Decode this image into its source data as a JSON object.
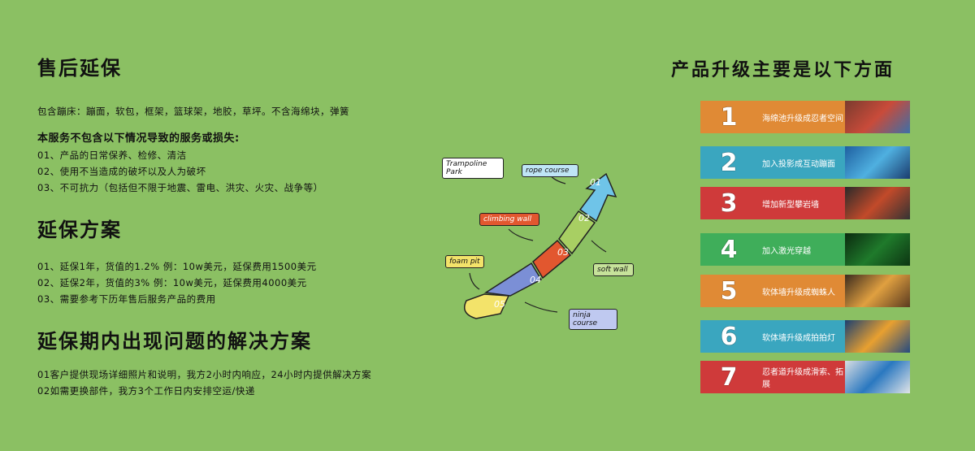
{
  "left": {
    "sec1_title": "售后延保",
    "sec1_line": "包含蹦床：蹦面，软包，框架，篮球架，地胶，草坪。不含海绵块，弹簧",
    "sec1_sub": "本服务不包含以下情况导致的服务或损失:",
    "sec1_items": [
      "01、产品的日常保养、检修、清洁",
      "02、使用不当造成的破坏以及人为破坏",
      "03、不可抗力（包括但不限于地震、雷电、洪灾、火灾、战争等）"
    ],
    "sec2_title": "延保方案",
    "sec2_items": [
      "01、延保1年，货值的1.2% 例：10w美元，延保费用1500美元",
      "02、延保2年，货值的3% 例：10w美元，延保费用4000美元",
      "03、需要参考下历年售后服务产品的费用"
    ],
    "sec3_title": "延保期内出现问题的解决方案",
    "sec3_items": [
      "01客户提供现场详细照片和说明，我方2小时内响应，24小时内提供解决方案",
      "02如需更换部件，我方3个工作日内安排空运/快递"
    ]
  },
  "diagram": {
    "tags": {
      "trampoline": "Trampoline Park",
      "rope": "rope course",
      "climbing": "climbing wall",
      "foam": "foam pit",
      "soft": "soft wall",
      "ninja": "ninja course"
    },
    "steps": [
      "01",
      "02",
      "03",
      "04",
      "05"
    ],
    "colors": [
      "#6fc4e8",
      "#a8cf63",
      "#e2572f",
      "#7b8fd6",
      "#f3e36a"
    ]
  },
  "right": {
    "title": "产品升级主要是以下方面",
    "items": [
      {
        "num": "1",
        "label": "海绵池升级成忍者空间",
        "color": "#e08a35"
      },
      {
        "num": "2",
        "label": "加入投影成互动蹦面",
        "color": "#3aa6bf"
      },
      {
        "num": "3",
        "label": "增加新型攀岩墙",
        "color": "#cf3a3a"
      },
      {
        "num": "4",
        "label": "加入激光穿越",
        "color": "#3fae5a"
      },
      {
        "num": "5",
        "label": "软体墙升级成蜘蛛人",
        "color": "#e08a35"
      },
      {
        "num": "6",
        "label": "软体墙升级成拍拍灯",
        "color": "#3aa6bf"
      },
      {
        "num": "7",
        "label": "忍者道升级成滑索、拓展",
        "color": "#cf3a3a"
      }
    ]
  }
}
